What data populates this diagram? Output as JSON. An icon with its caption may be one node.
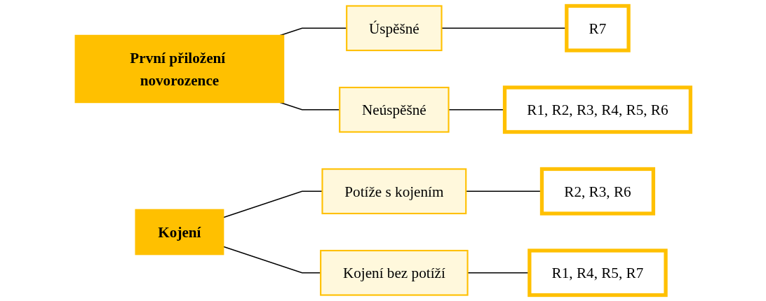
{
  "diagram": {
    "nodes": [
      {
        "text": [
          "První přiložení novorozence"
        ]
      },
      {
        "text": [
          "Úspěšné"
        ]
      },
      {
        "text": [
          "R7"
        ]
      },
      {
        "text": [
          "Neúspěšné"
        ]
      },
      {
        "text": [
          "R1, R2, R3, R4, R5, R6"
        ]
      },
      {
        "text": [
          "Kojení"
        ]
      },
      {
        "text": [
          "Potíže s kojením"
        ]
      },
      {
        "text": [
          "R2, R3, R6"
        ]
      },
      {
        "text": [
          "Kojení bez potíží"
        ]
      },
      {
        "text": [
          "R1, R4, R5, R7"
        ]
      }
    ],
    "edges": [
      {
        "from": 0,
        "to": 1,
        "arrow": "none"
      },
      {
        "from": 0,
        "to": 3,
        "arrow": "none"
      },
      {
        "from": 1,
        "to": 2,
        "arrow": "none"
      },
      {
        "from": 3,
        "to": 4,
        "arrow": "none"
      },
      {
        "from": 5,
        "to": 6,
        "arrow": "none"
      },
      {
        "from": 5,
        "to": 8,
        "arrow": "none"
      },
      {
        "from": 6,
        "to": 7,
        "arrow": "none"
      },
      {
        "from": 8,
        "to": 9,
        "arrow": "none"
      }
    ]
  }
}
